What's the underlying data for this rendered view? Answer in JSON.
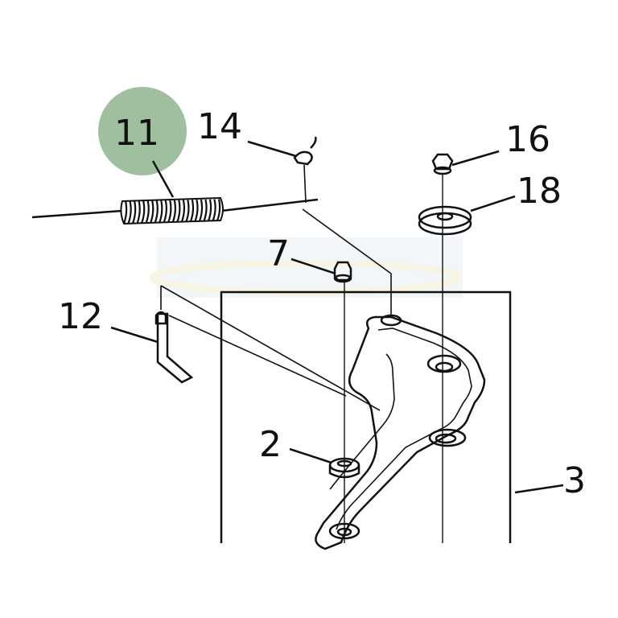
{
  "callouts": [
    {
      "id": "11",
      "label": "11",
      "highlighted": true
    },
    {
      "id": "14",
      "label": "14"
    },
    {
      "id": "16",
      "label": "16"
    },
    {
      "id": "18",
      "label": "18"
    },
    {
      "id": "7",
      "label": "7"
    },
    {
      "id": "12",
      "label": "12"
    },
    {
      "id": "2",
      "label": "2"
    },
    {
      "id": "3",
      "label": "3"
    }
  ],
  "colors": {
    "highlight": "#9fbf9f",
    "ink": "#111111",
    "watermark": "#c9d9e8"
  }
}
